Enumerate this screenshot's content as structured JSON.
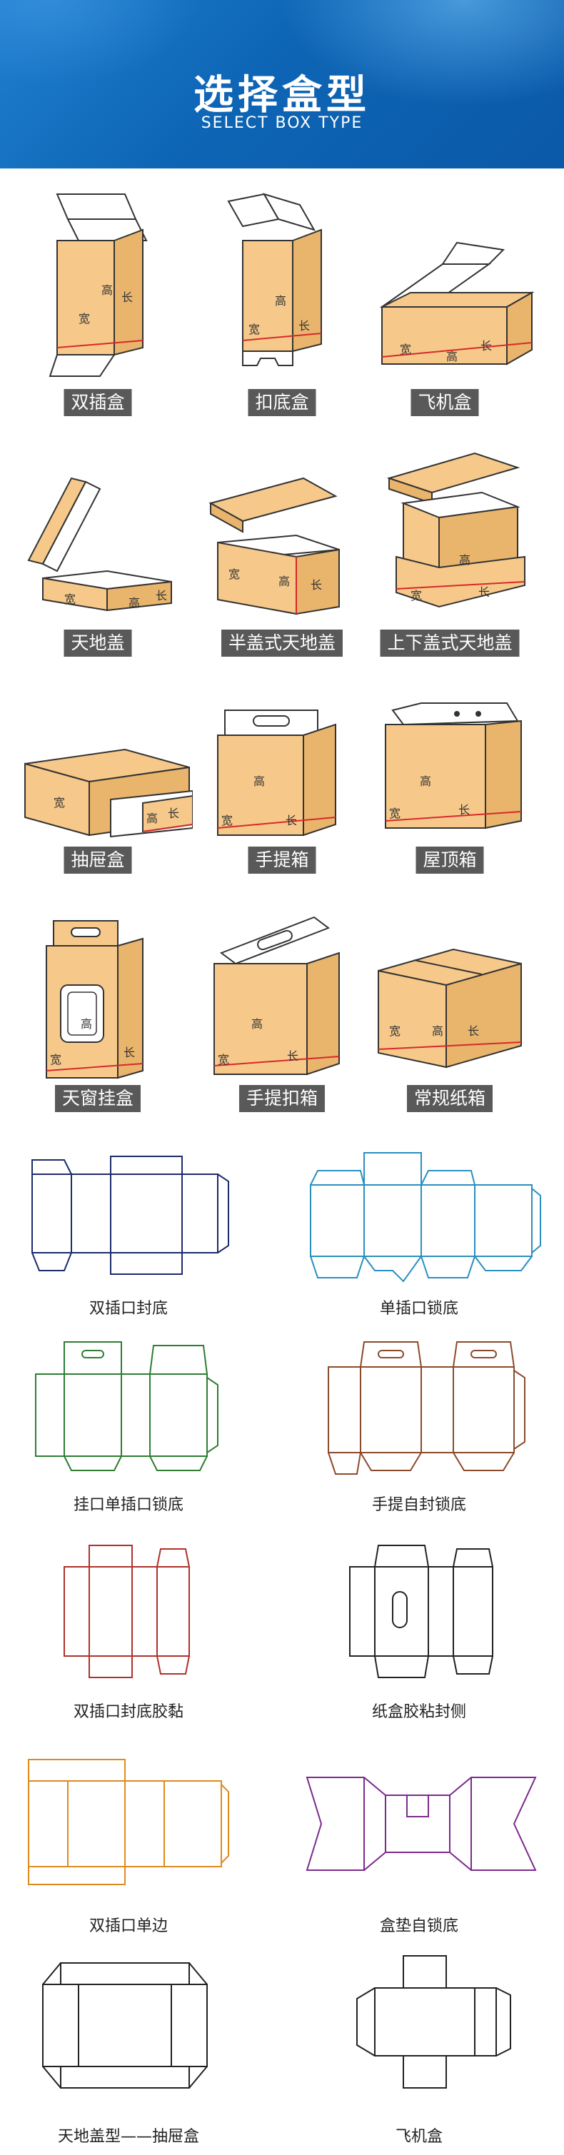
{
  "header": {
    "title": "选择盒型",
    "subtitle": "SELECT BOX TYPE"
  },
  "box_dim_labels": {
    "height": "高",
    "width": "宽",
    "length": "长"
  },
  "boxes": [
    {
      "label": "双插盒"
    },
    {
      "label": "扣底盒"
    },
    {
      "label": "飞机盒"
    },
    {
      "label": "天地盖"
    },
    {
      "label": "半盖式天地盖"
    },
    {
      "label": "上下盖式天地盖"
    },
    {
      "label": "抽屉盒"
    },
    {
      "label": "手提箱"
    },
    {
      "label": "屋顶箱"
    },
    {
      "label": "天窗挂盒"
    },
    {
      "label": "手提扣箱"
    },
    {
      "label": "常规纸箱"
    }
  ],
  "dielines": [
    {
      "label": "双插口封底",
      "color": "#1c2a6b"
    },
    {
      "label": "单插口锁底",
      "color": "#2a8fbf"
    },
    {
      "label": "挂口单插口锁底",
      "color": "#2e7d32"
    },
    {
      "label": "手提自封锁底",
      "color": "#8b4a2b"
    },
    {
      "label": "双插口封底胶黏",
      "color": "#b0302a"
    },
    {
      "label": "纸盒胶粘封侧",
      "color": "#222222"
    },
    {
      "label": "双插口单边",
      "color": "#e08a1e"
    },
    {
      "label": "盒垫自锁底",
      "color": "#7b2a8c"
    },
    {
      "label": "天地盖型——抽屉盒",
      "color": "#222222"
    },
    {
      "label": "飞机盒",
      "color": "#222222"
    }
  ],
  "colors": {
    "header": "#0e65b5",
    "kraft": "#f6c98a",
    "kraft_dark": "#e9b46c",
    "badge": "#595959",
    "edge_red": "#d8282a"
  }
}
